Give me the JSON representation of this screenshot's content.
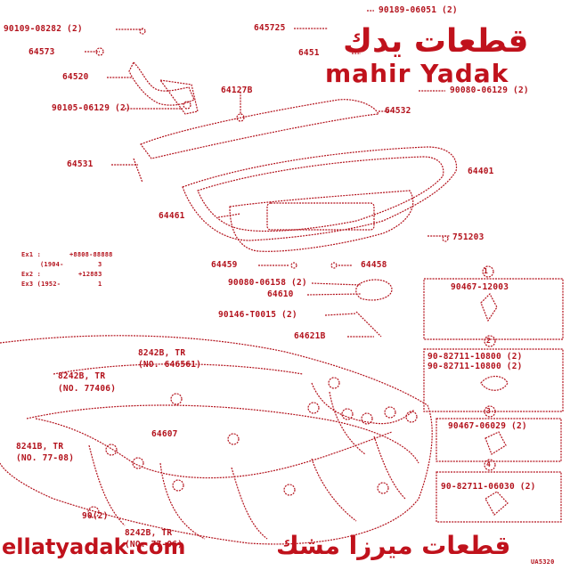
{
  "colors": {
    "ink": "#b3121c",
    "bg": "#ffffff"
  },
  "callouts": {
    "p90109": "90109-08282 (2)",
    "p64573": "64573",
    "p64520": "64520",
    "p90105": "90105-06129 (2)",
    "p645725": "645725",
    "p6451": "6451",
    "p90189": "90189-06051 (2)",
    "p90080": "90080-06129 (2)",
    "p64127b": "64127B",
    "p64532": "64532",
    "p64531": "64531",
    "p64401": "64401",
    "p64461": "64461",
    "p751203": "751203",
    "p64459": "64459",
    "p64458": "64458",
    "p90080b": "90080-06158 (2)",
    "p64610": "64610",
    "p90146": "90146-T0015 (2)",
    "p64621b": "64621B",
    "box1": "90467-12003",
    "box2a": "90-82711-10800 (2)",
    "box2b": "90-82711-10800 (2)",
    "box3": "90467-06029 (2)",
    "box4": "90-82711-06030 (2)",
    "w1a": "8242B, TR",
    "w1b": "(NO. 646561)",
    "w2a": "8242B, TR",
    "w2b": "(NO. 77406)",
    "w3a": "8241B, TR",
    "w3b": "(NO. 77-08)",
    "w4": "64607",
    "w5a": "8242B, TR",
    "w5b": "(NO. 77-06)",
    "w6": "90(2)",
    "corner": "UA5320"
  },
  "notes": {
    "l1a": "Ex1 :",
    "l1b": "+8808-88888",
    "l2a": "(1904-",
    "l2b": "3",
    "l3a": "Ex2 :",
    "l3b": "+12883",
    "l4a": "Ex3 (1952-",
    "l4b": "1"
  },
  "brand": {
    "arabic": "قطعات يدك",
    "latin": "mahir Yadak",
    "bottom_left": "ellatyadak.com",
    "bottom_right": "قطعات ميرزا مشك"
  },
  "circled_nums": [
    "1",
    "2",
    "3",
    "4"
  ]
}
